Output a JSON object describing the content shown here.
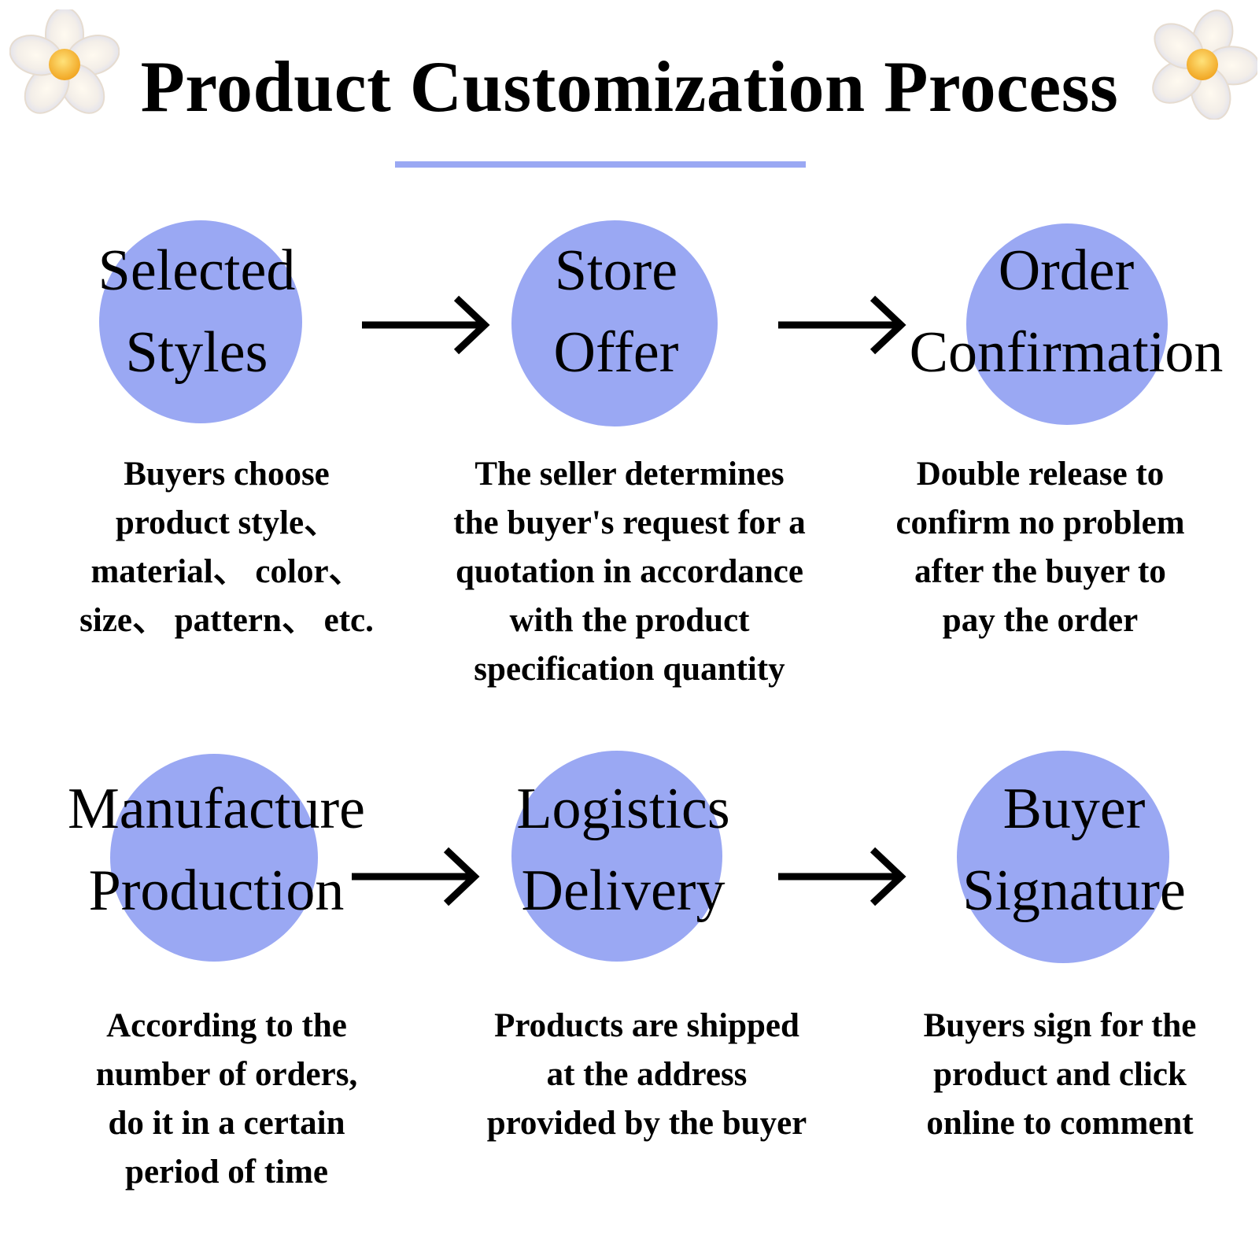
{
  "title": "Product Customization Process",
  "colors": {
    "accent": "#9aa8f3",
    "text": "#000000"
  },
  "decorations": [
    "flower-icon",
    "flower-icon"
  ],
  "steps": [
    {
      "title_lines": [
        "Selected",
        "Styles"
      ],
      "desc_lines": [
        "Buyers choose",
        "product style、",
        "material、 color、",
        "size、 pattern、 etc."
      ]
    },
    {
      "title_lines": [
        "Store",
        "Offer"
      ],
      "desc_lines": [
        "The seller determines",
        "the buyer's request for a",
        "quotation in accordance",
        "with the product",
        "specification quantity"
      ]
    },
    {
      "title_lines": [
        "Order",
        "Confirmation"
      ],
      "desc_lines": [
        "Double release to",
        "confirm no problem",
        "after the buyer to",
        "pay the order"
      ]
    },
    {
      "title_lines": [
        "Manufacture",
        "Production"
      ],
      "desc_lines": [
        "According to the",
        "number of orders,",
        "do it in a certain",
        "period of time"
      ]
    },
    {
      "title_lines": [
        "Logistics",
        "Delivery"
      ],
      "desc_lines": [
        "Products are shipped",
        "at the address",
        "provided by the buyer"
      ]
    },
    {
      "title_lines": [
        "Buyer",
        "Signature"
      ],
      "desc_lines": [
        "Buyers sign for the",
        "product and click",
        "online to comment"
      ]
    }
  ]
}
